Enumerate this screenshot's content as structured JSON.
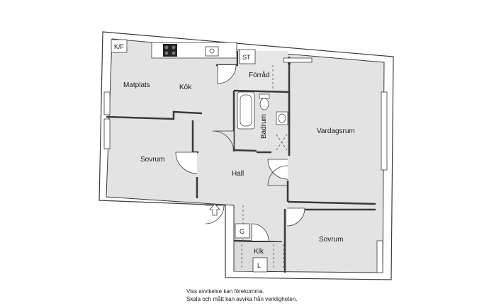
{
  "rooms": {
    "kf": "K/F",
    "st": "ST",
    "matplats": "Matplats",
    "kok": "Kök",
    "forrad": "Förråd",
    "badrum": "Badrum",
    "vardagsrum": "Vardagsrum",
    "sovrum_left": "Sovrum",
    "hall": "Hall",
    "g": "G",
    "klk": "Klk",
    "l": "L",
    "sovrum_right": "Sovrum"
  },
  "disclaimer": {
    "line1": "Viss avvikelse kan förekomma.",
    "line2": "Skala och mått kan avvika från verkligheten."
  },
  "colors": {
    "room_fill": "#e3e3e3",
    "wall": "#3a3a3a",
    "outer_band": "#ffffff"
  }
}
